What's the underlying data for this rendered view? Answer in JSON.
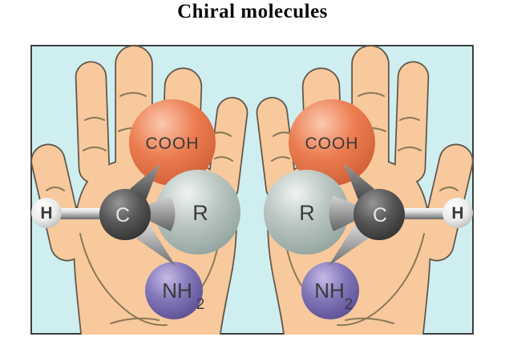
{
  "title": "Chiral molecules",
  "figure": {
    "background_color": "#cfeef0",
    "border_color": "#3e3e3e",
    "hand_fill": "#f7c99c",
    "hand_outline": "#60564a",
    "ball_colors": {
      "cooh": "#ec7e52",
      "r": "#b9c5c1",
      "c": "#555555",
      "h": "#ebebeb",
      "nh2": "#8377b9"
    },
    "molecule_left": {
      "cooh_label": "COOH",
      "r_label": "R",
      "c_label": "C",
      "h_label": "H",
      "nh_label": "NH",
      "nh_subscript": "2"
    },
    "molecule_right": {
      "cooh_label": "COOH",
      "r_label": "R",
      "c_label": "C",
      "h_label": "H",
      "nh_label": "NH",
      "nh_subscript": "2"
    }
  }
}
